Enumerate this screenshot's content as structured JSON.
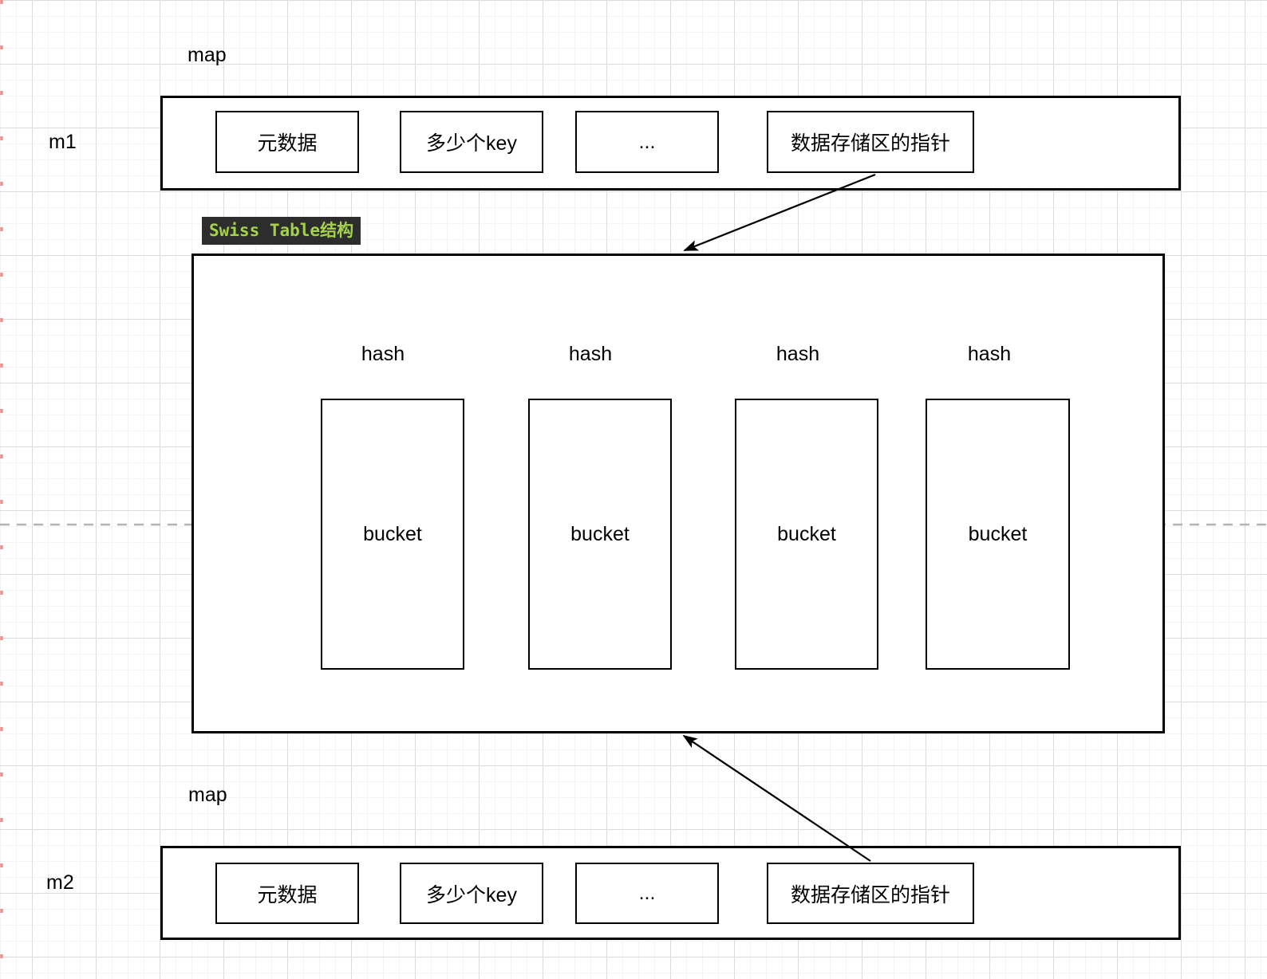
{
  "m1_row": {
    "map_label": "map",
    "var_label": "m1",
    "cells": [
      "元数据",
      "多少个key",
      "...",
      "数据存储区的指针"
    ]
  },
  "swiss_table": {
    "title": "Swiss Table结构",
    "hash_labels": [
      "hash",
      "hash",
      "hash",
      "hash"
    ],
    "bucket_labels": [
      "bucket",
      "bucket",
      "bucket",
      "bucket"
    ]
  },
  "m2_row": {
    "map_label": "map",
    "var_label": "m2",
    "cells": [
      "元数据",
      "多少个key",
      "...",
      "数据存储区的指针"
    ]
  },
  "colors": {
    "line": "#000000",
    "badge_bg": "#2d2d2d",
    "badge_text": "#a4d24a",
    "dashed_guide": "#b3b3b3",
    "grid_minor": "#f3f3f3",
    "grid_major": "#dcdcdc",
    "edge_tick": "#f08f8f"
  }
}
